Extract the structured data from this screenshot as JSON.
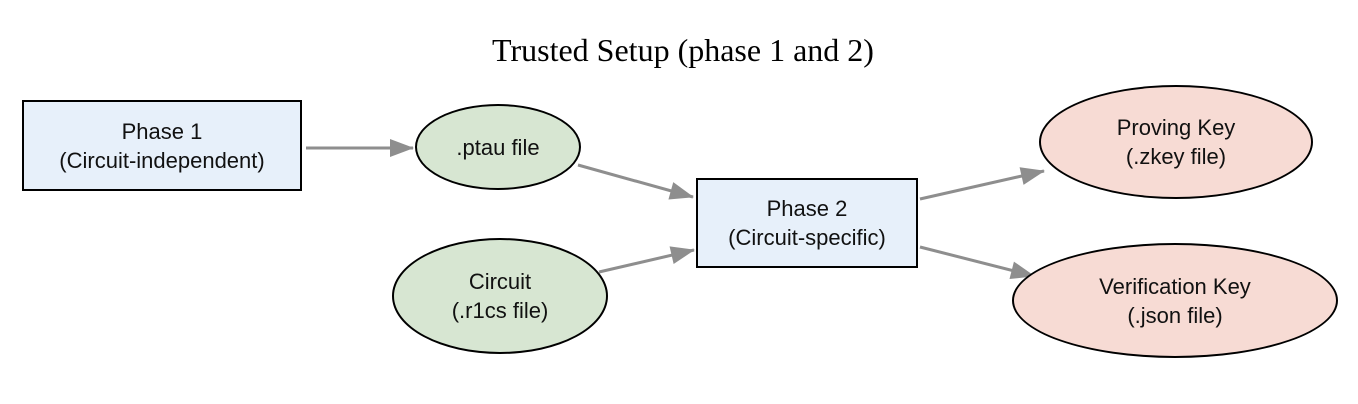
{
  "title": "Trusted Setup (phase 1 and 2)",
  "diagram": {
    "nodes": {
      "phase1": {
        "line1": "Phase 1",
        "line2": "(Circuit-independent)",
        "shape": "rectangle",
        "fill": "#e7f0fa"
      },
      "ptau": {
        "line1": ".ptau file",
        "shape": "ellipse",
        "fill": "#d7e6d2"
      },
      "circuit": {
        "line1": "Circuit",
        "line2": "(.r1cs file)",
        "shape": "ellipse",
        "fill": "#d7e6d2"
      },
      "phase2": {
        "line1": "Phase 2",
        "line2": "(Circuit-specific)",
        "shape": "rectangle",
        "fill": "#e7f0fa"
      },
      "proving_key": {
        "line1": "Proving Key",
        "line2": "(.zkey file)",
        "shape": "ellipse",
        "fill": "#f7dbd4"
      },
      "verification_key": {
        "line1": "Verification Key",
        "line2": "(.json file)",
        "shape": "ellipse",
        "fill": "#f7dbd4"
      }
    },
    "edges": [
      {
        "from": "phase1",
        "to": "ptau"
      },
      {
        "from": "ptau",
        "to": "phase2"
      },
      {
        "from": "circuit",
        "to": "phase2"
      },
      {
        "from": "phase2",
        "to": "proving_key"
      },
      {
        "from": "phase2",
        "to": "verification_key"
      }
    ],
    "colors": {
      "background": "#ffffff",
      "node_border": "#000000",
      "arrow": "#8e8e8e",
      "rect_fill": "#e7f0fa",
      "input_ellipse_fill": "#d7e6d2",
      "output_ellipse_fill": "#f7dbd4",
      "text": "#111111"
    }
  }
}
